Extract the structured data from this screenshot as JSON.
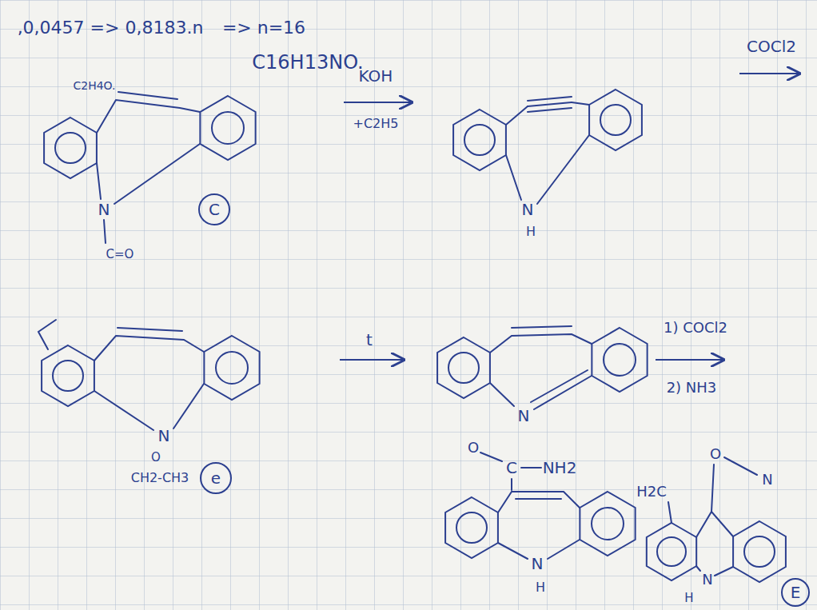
{
  "diagram": {
    "nodes": [
      {
        "text": [
          "C"
        ]
      },
      {
        "text": [
          "e"
        ]
      },
      {
        "text": [
          "E"
        ]
      }
    ],
    "labels": [
      ",0,0457 => 0,8183.n",
      "=> n=16",
      "C16H13NO.",
      "C2H4O.",
      "N",
      "C=O",
      "KOH",
      "+C2H5",
      "N",
      "H",
      "COCl2",
      "N",
      "O",
      "CH2-CH3",
      "t",
      "N",
      "1) COCl2",
      "2) NH3",
      "O",
      "C",
      "NH2",
      "N",
      "H",
      "H2C",
      "O",
      "N",
      "N",
      "H"
    ]
  }
}
